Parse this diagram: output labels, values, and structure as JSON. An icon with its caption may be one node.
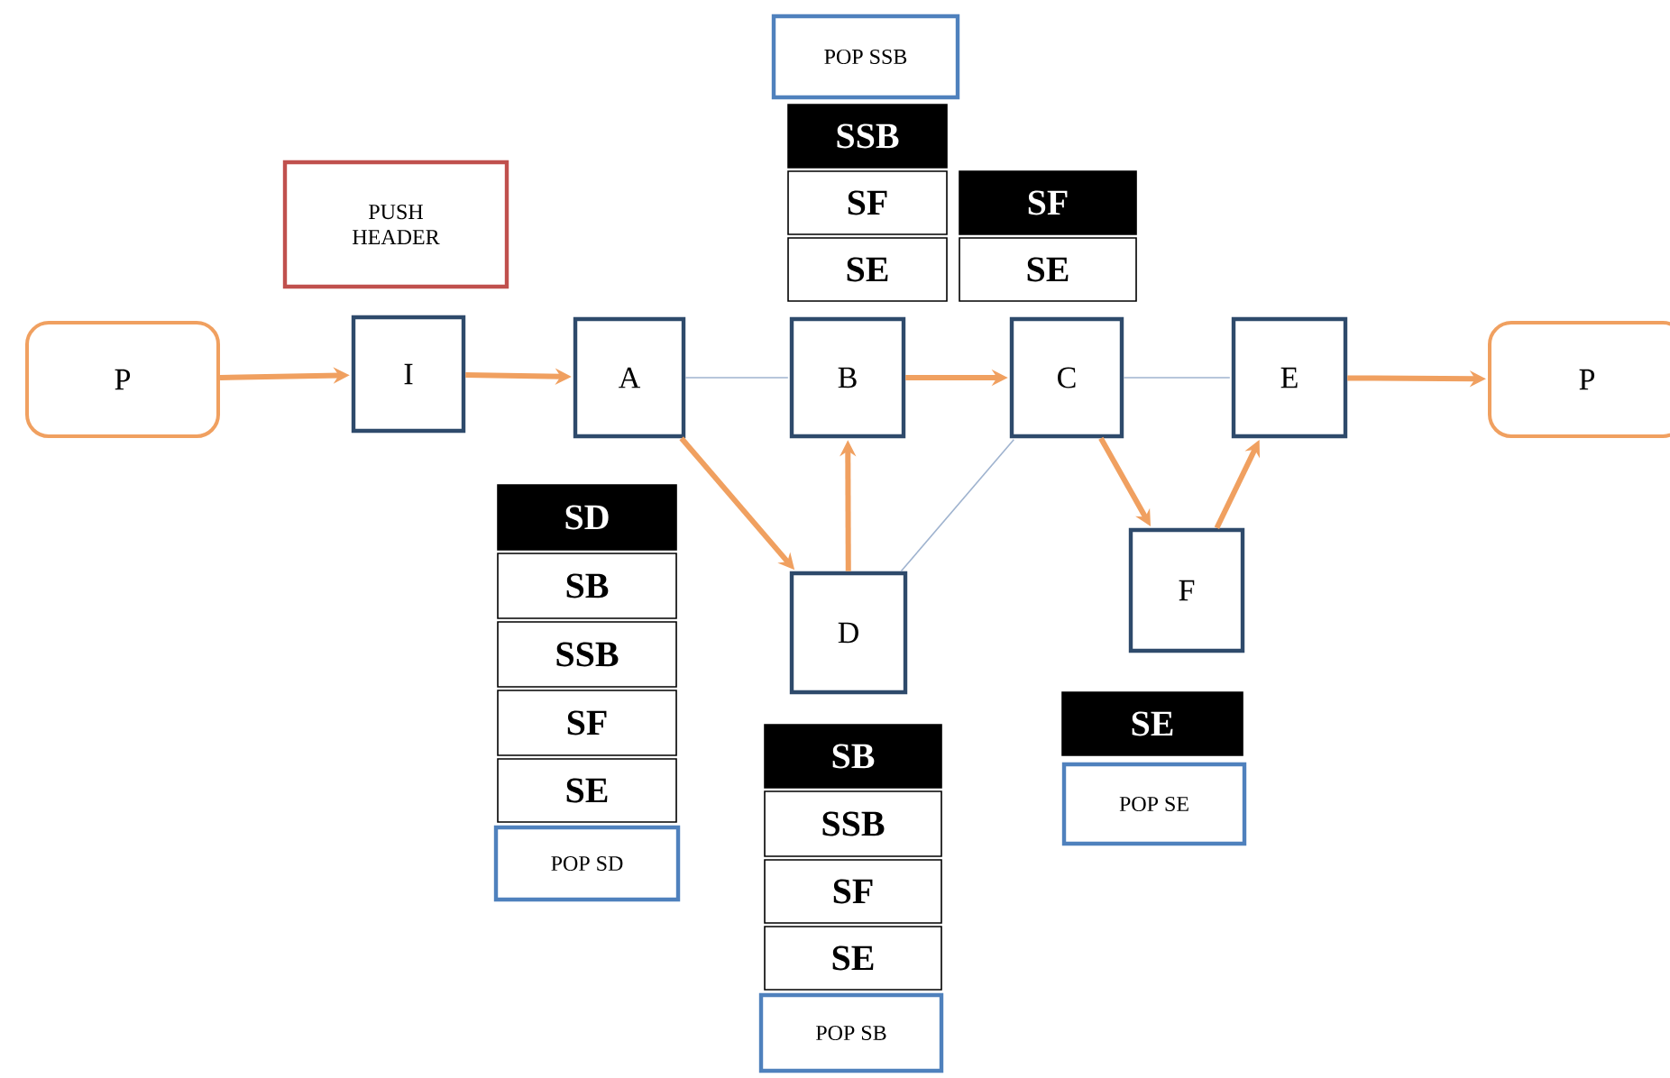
{
  "diagram": {
    "nodes": [
      {
        "text": [
          "POP SSB"
        ]
      },
      {
        "text": [
          "SSB"
        ]
      },
      {
        "text": [
          "SF"
        ]
      },
      {
        "text": [
          "SE"
        ]
      },
      {
        "text": [
          "PUSH HEADER"
        ]
      },
      {
        "text": [
          "SF"
        ]
      },
      {
        "text": [
          "SE"
        ]
      },
      {
        "text": [
          "P"
        ]
      },
      {
        "text": [
          "I"
        ]
      },
      {
        "text": [
          "A"
        ]
      },
      {
        "text": [
          "B"
        ]
      },
      {
        "text": [
          "C"
        ]
      },
      {
        "text": [
          "E"
        ]
      },
      {
        "text": [
          "P"
        ]
      },
      {
        "text": [
          "SD"
        ]
      },
      {
        "text": [
          "SB"
        ]
      },
      {
        "text": [
          "SSB"
        ]
      },
      {
        "text": [
          "SF"
        ]
      },
      {
        "text": [
          "SE"
        ]
      },
      {
        "text": [
          "POP SD"
        ]
      },
      {
        "text": [
          "F"
        ]
      },
      {
        "text": [
          "D"
        ]
      },
      {
        "text": [
          "SE"
        ]
      },
      {
        "text": [
          "POP SE"
        ]
      },
      {
        "text": [
          "SB"
        ]
      },
      {
        "text": [
          "SSB"
        ]
      },
      {
        "text": [
          "SF"
        ]
      },
      {
        "text": [
          "SE"
        ]
      },
      {
        "text": [
          "POP SB"
        ]
      }
    ],
    "edges": [
      {
        "from": 7,
        "to": 8,
        "arrow": "to"
      },
      {
        "from": 8,
        "to": 9,
        "arrow": "to"
      },
      {
        "from": 9,
        "to": 10,
        "arrow": "none",
        "color": "#9fb3cf"
      },
      {
        "from": 10,
        "to": 11,
        "arrow": "to"
      },
      {
        "from": 11,
        "to": 12,
        "arrow": "none",
        "color": "#9fb3cf"
      },
      {
        "from": 12,
        "to": 13,
        "arrow": "to"
      },
      {
        "from": 9,
        "to": 21,
        "arrow": "to"
      },
      {
        "from": 21,
        "to": 10,
        "arrow": "to"
      },
      {
        "from": 21,
        "to": 11,
        "arrow": "none",
        "color": "#9fb3cf"
      },
      {
        "from": 11,
        "to": 20,
        "arrow": "to"
      },
      {
        "from": 20,
        "to": 12,
        "arrow": "to"
      }
    ]
  }
}
